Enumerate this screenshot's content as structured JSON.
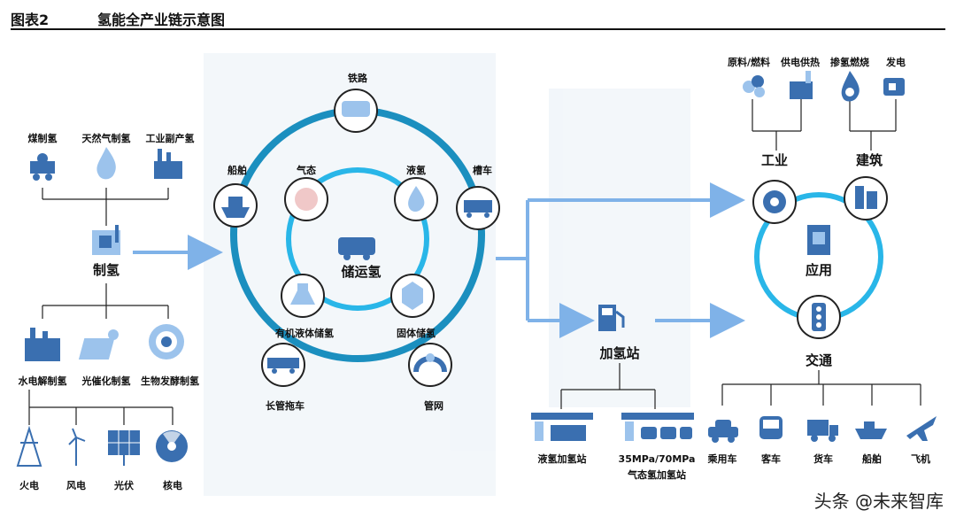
{
  "header": {
    "figure_no": "图表2",
    "title": "氢能全产业链示意图"
  },
  "production": {
    "sources": [
      "煤制氢",
      "天然气制氢",
      "工业副产氢"
    ],
    "center": "制氢",
    "methods": [
      "水电解制氢",
      "光催化制氢",
      "生物发酵制氢"
    ],
    "power": [
      "火电",
      "风电",
      "光伏",
      "核电"
    ]
  },
  "storage": {
    "center": "储运氢",
    "outer": [
      "铁路",
      "船舶",
      "槽车",
      "长管拖车",
      "管网"
    ],
    "inner": [
      "气态",
      "液氢",
      "有机液体储氢",
      "固体储氢"
    ]
  },
  "station": {
    "center": "加氢站",
    "types": [
      "液氢加氢站",
      "35MPa/70MPa 气态氢加氢站"
    ]
  },
  "application": {
    "center": "应用",
    "sectors": [
      "工业",
      "建筑",
      "交通"
    ],
    "top": [
      "原料/燃料",
      "供电供热",
      "掺氢燃烧",
      "发电"
    ],
    "transport": [
      "乘用车",
      "客车",
      "货车",
      "船舶",
      "飞机"
    ]
  },
  "watermark": "头条 @未来智库",
  "colors": {
    "ring": "#1b8fbf",
    "ring_inner": "#29b6e8",
    "arrow": "#7fb2e8",
    "icon": "#3a6fb0",
    "line": "#222222"
  }
}
